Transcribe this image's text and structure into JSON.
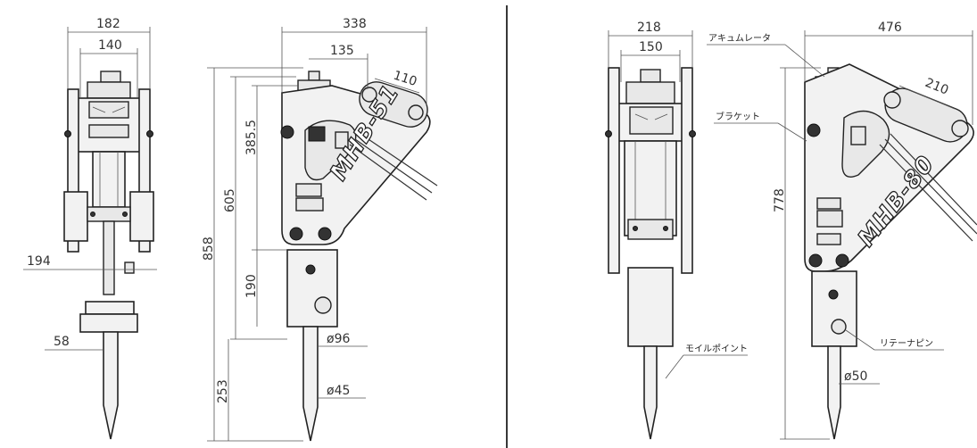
{
  "dimensions": {
    "mhb51_front_top_width": "182",
    "mhb51_front_inner_width": "140",
    "mhb51_front_bracket_width": "194",
    "mhb51_front_lower_width": "58",
    "mhb51_side_total_width": "338",
    "mhb51_side_pin_offset": "135",
    "mhb51_side_pin_pitch": "110",
    "mhb51_total_height": "858",
    "mhb51_bracket_height": "605",
    "mhb51_pin_to_body": "385.5",
    "mhb51_body_height": "190",
    "mhb51_tool_length": "253",
    "mhb51_rod_diameter": "ø96",
    "mhb51_tool_diameter": "ø45",
    "mhb80_front_top_width": "218",
    "mhb80_front_inner_width": "150",
    "mhb80_side_total_width": "476",
    "mhb80_side_pin_pitch": "210",
    "mhb80_height": "778",
    "mhb80_tool_diameter": "ø50"
  },
  "labels": {
    "mhb51_model": "MHB-51",
    "mhb80_model": "MHB-80",
    "accumulator": "アキュムレータ",
    "bracket": "ブラケット",
    "moil_point": "モイルポイント",
    "retainer_pin": "リテーナピン"
  }
}
